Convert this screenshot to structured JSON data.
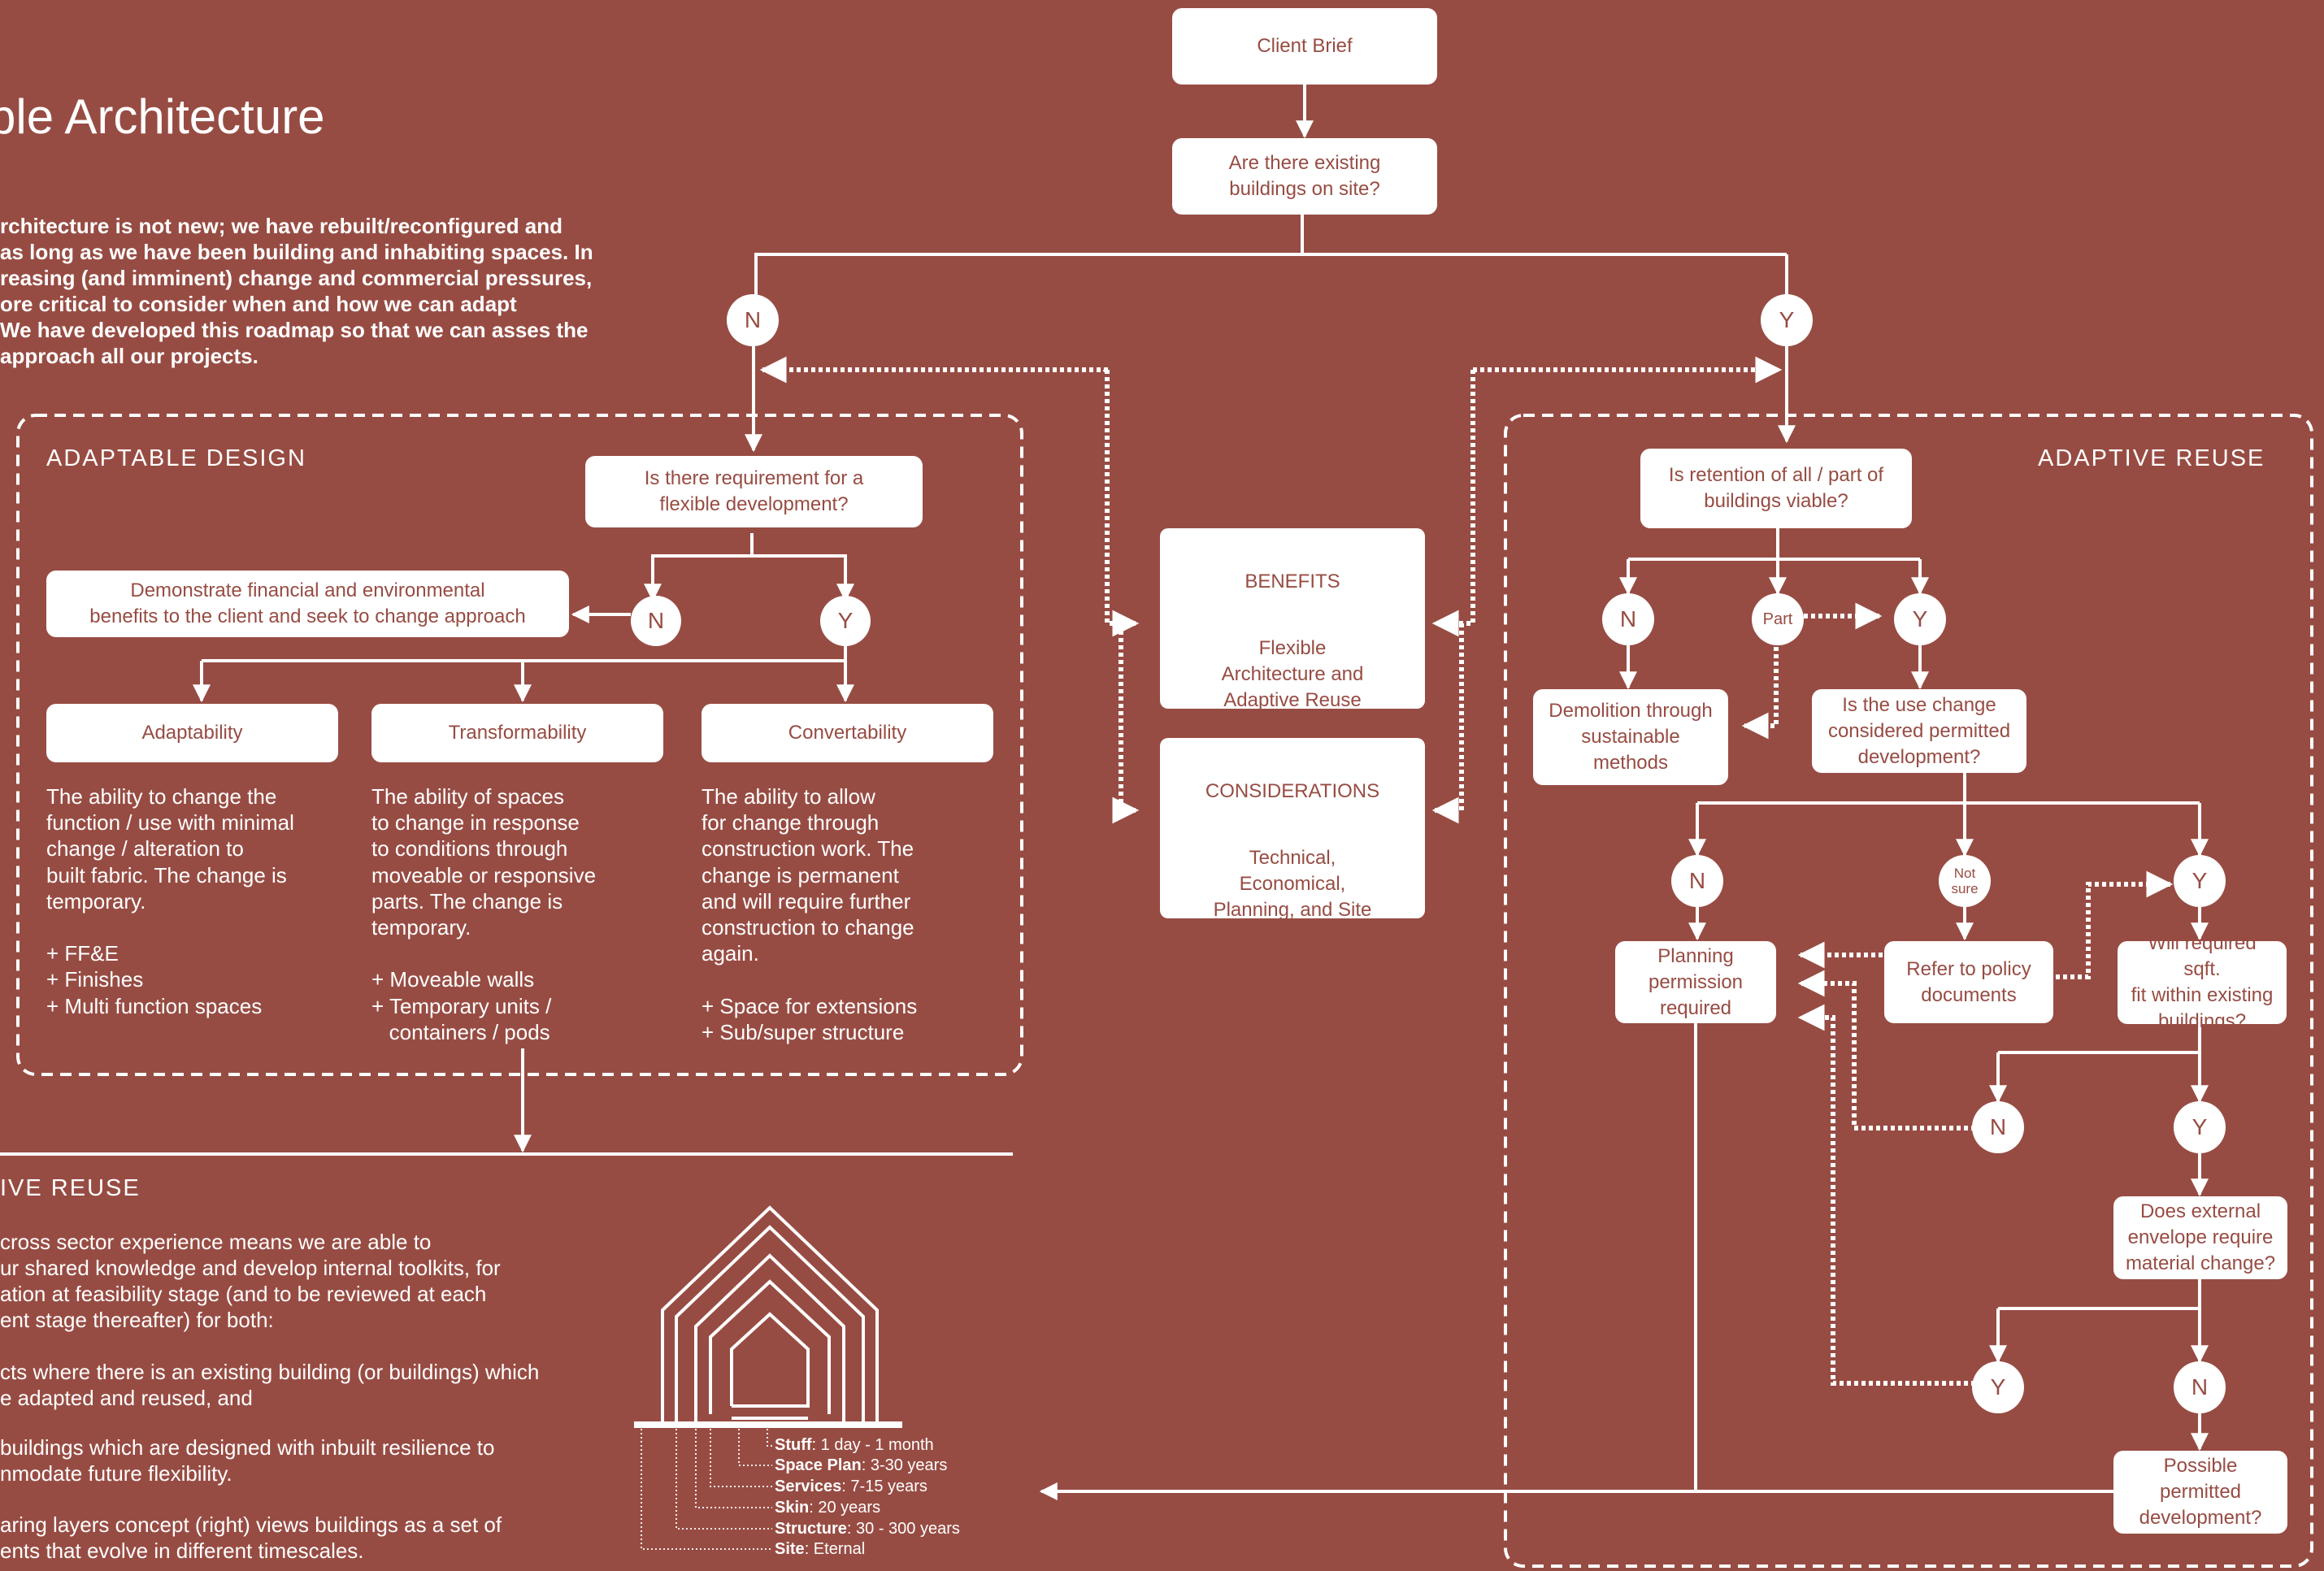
{
  "header": {
    "title": "ble Architecture",
    "intro_lines": [
      "rchitecture is not new; we have rebuilt/reconfigured and",
      "as long as we have been building and inhabiting spaces. In",
      "reasing (and imminent) change and commercial pressures,",
      "ore critical to consider when and how we can adapt",
      "We have developed this roadmap so that we can asses the",
      "approach all our projects."
    ]
  },
  "flow": {
    "client_brief": "Client Brief",
    "existing_buildings_q": "Are there existing\nbuildings on site?",
    "no": "N",
    "yes": "Y",
    "part": "Part",
    "not_sure": "Not\nsure"
  },
  "adaptable_design": {
    "label": "ADAPTABLE DESIGN",
    "question": "Is there requirement for a\nflexible development?",
    "demonstrate": "Demonstrate financial and environmental\nbenefits to the client and seek to change approach",
    "types": [
      {
        "title": "Adaptability",
        "description": "The ability to change the\nfunction / use with minimal\nchange / alteration to\nbuilt fabric. The change is\ntemporary.\n\n+ FF&E\n+ Finishes\n+ Multi function spaces"
      },
      {
        "title": "Transformability",
        "description": "The ability of spaces\nto change in response\nto conditions through\nmoveable or responsive\nparts. The change is\ntemporary.\n\n+ Moveable walls\n+ Temporary units /\n   containers / pods"
      },
      {
        "title": "Convertability",
        "description": "The ability to allow\nfor change through\nconstruction work. The\nchange is permanent\nand will require further\nconstruction to change\nagain.\n\n+ Space for extensions\n+ Sub/super structure"
      }
    ]
  },
  "center": {
    "benefits_title": "BENEFITS",
    "benefits_text": "Flexible\nArchitecture and\nAdaptive Reuse\nbenefits",
    "considerations_title": "CONSIDERATIONS",
    "considerations_text": "Technical,\nEconomical,\nPlanning, and Site\nConsiderations"
  },
  "adaptive_reuse": {
    "label": "ADAPTIVE REUSE",
    "retention_q": "Is retention of all / part of\nbuildings viable?",
    "demolition": "Demolition through\nsustainable\nmethods",
    "use_change_q": "Is the use change\nconsidered permitted\ndevelopment?",
    "planning": "Planning\npermission\nrequired",
    "policy": "Refer to policy\ndocuments",
    "sqft_q": "Will required sqft.\nfit within existing\nbuildings?",
    "envelope_q": "Does external\nenvelope require\nmaterial change?",
    "possible": "Possible\npermitted\ndevelopment?"
  },
  "bottom": {
    "label": "IVE REUSE",
    "para1": [
      "cross sector experience means we are able to",
      "ur shared knowledge and develop internal toolkits, for",
      "ation at feasibility stage (and to be reviewed at each",
      "ent stage thereafter) for both:"
    ],
    "para2": [
      "cts where there is an existing building (or buildings) which",
      "e adapted and reused, and"
    ],
    "para3": [
      "buildings which are designed with inbuilt resilience to",
      "nmodate future flexibility."
    ],
    "para4": [
      "aring layers concept (right) views buildings as a set of",
      "ents that evolve in different timescales."
    ],
    "layers": [
      {
        "name": "Stuff",
        "span": ": 1 day - 1 month"
      },
      {
        "name": "Space Plan",
        "span": ": 3-30 years"
      },
      {
        "name": "Services",
        "span": ": 7-15 years"
      },
      {
        "name": "Skin",
        "span": ": 20 years"
      },
      {
        "name": "Structure",
        "span": ": 30 - 300 years"
      },
      {
        "name": "Site",
        "span": ": Eternal"
      }
    ]
  },
  "colors": {
    "background": "#974c43",
    "foreground": "#ffffff"
  }
}
